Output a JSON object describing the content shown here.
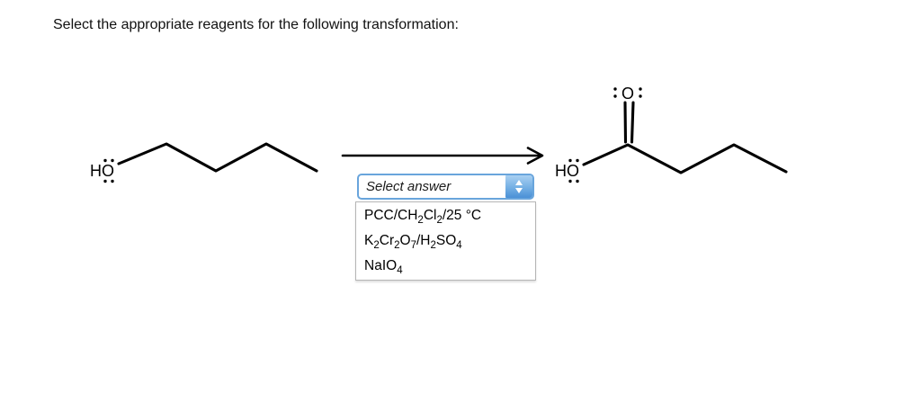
{
  "title": "Select the appropriate reagents for the following transformation:",
  "reaction": {
    "reactant": {
      "structure": "1-butanol-skeletal",
      "oh_label": "HO"
    },
    "arrow_icon": "right-arrow",
    "product": {
      "structure": "butanoic-acid-skeletal",
      "oh_label": "HO",
      "carbonyl_oxygen_label": "O"
    }
  },
  "dropdown": {
    "selected_text": "Select answer",
    "stepper_icon": "up-down-arrows",
    "options": [
      {
        "text": "PCC/CH2Cl2/25 °C",
        "segments": [
          {
            "t": "PCC/CH"
          },
          {
            "t": "2",
            "sub": true
          },
          {
            "t": "Cl"
          },
          {
            "t": "2",
            "sub": true
          },
          {
            "t": "/25 °C"
          }
        ]
      },
      {
        "text": "K2Cr2O7/H2SO4",
        "segments": [
          {
            "t": "K"
          },
          {
            "t": "2",
            "sub": true
          },
          {
            "t": "Cr"
          },
          {
            "t": "2",
            "sub": true
          },
          {
            "t": "O"
          },
          {
            "t": "7",
            "sub": true
          },
          {
            "t": "/H"
          },
          {
            "t": "2",
            "sub": true
          },
          {
            "t": "SO"
          },
          {
            "t": "4",
            "sub": true
          }
        ]
      },
      {
        "text": "NaIO4",
        "segments": [
          {
            "t": "NaIO"
          },
          {
            "t": "4",
            "sub": true
          }
        ]
      }
    ]
  },
  "colors": {
    "text": "#000000",
    "select-border": "#69a5dc",
    "stepper-top": "#a9d0f2",
    "stepper-bottom": "#4a90d6",
    "options-border": "#b5b5b5"
  }
}
